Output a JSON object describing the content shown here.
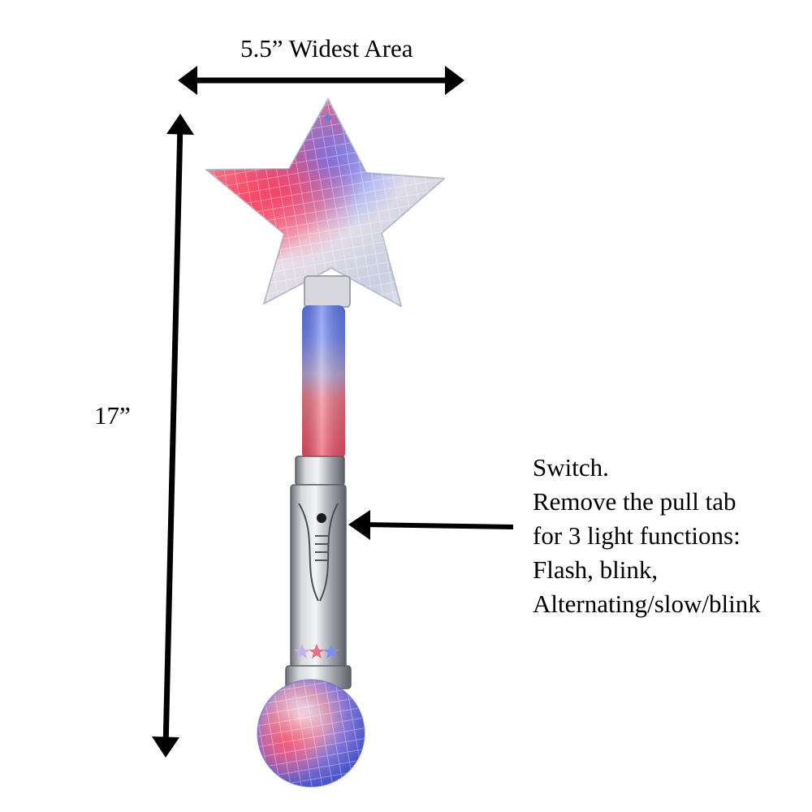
{
  "dimensions": {
    "width_label": "5.5” Widest Area",
    "height_label": "17”"
  },
  "switch_note": {
    "lines": [
      "Switch.",
      "Remove the pull tab",
      "for 3 light functions:",
      "Flash, blink,",
      "Alternating/slow/blink"
    ]
  },
  "colors": {
    "arrow": "#000000",
    "led_red": "#f0506a",
    "led_blue": "#4a6cf0",
    "led_white": "#e8eaf2",
    "handle_silver": "#b9bcc2"
  }
}
